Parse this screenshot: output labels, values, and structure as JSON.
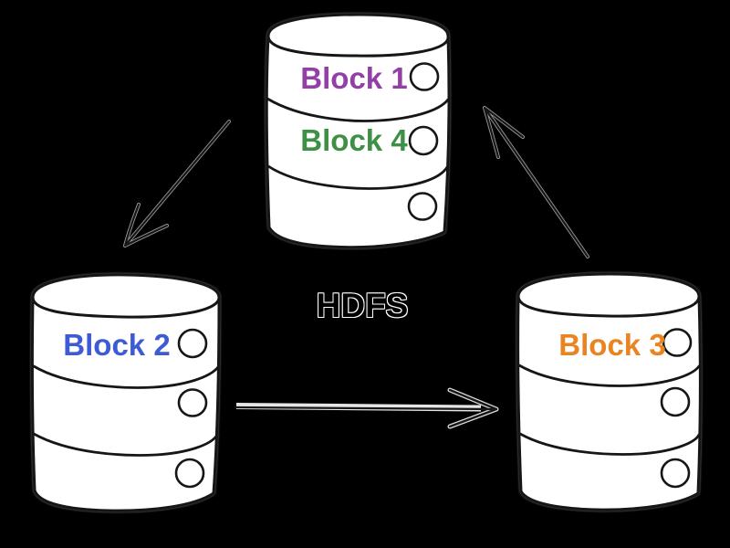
{
  "title": "HDFS",
  "colors": {
    "background": "#000000",
    "ink": "#161616",
    "cylinder_fill": "#ffffff",
    "title_text": "#000000",
    "title_halo": "#ffffff"
  },
  "cylinders": {
    "top": {
      "slot_count": 3,
      "blocks": [
        {
          "label": "Block 1",
          "color": "#9340a6"
        },
        {
          "label": "Block 4",
          "color": "#3e9044"
        }
      ]
    },
    "bottom_left": {
      "slot_count": 3,
      "blocks": [
        {
          "label": "Block 2",
          "color": "#3d5bd5"
        }
      ]
    },
    "bottom_right": {
      "slot_count": 3,
      "blocks": [
        {
          "label": "Block 3",
          "color": "#ea8421"
        }
      ]
    }
  },
  "arrows": [
    {
      "from": "top",
      "to": "bottom_left"
    },
    {
      "from": "bottom_left",
      "to": "bottom_right"
    },
    {
      "from": "bottom_right",
      "to": "top"
    }
  ]
}
